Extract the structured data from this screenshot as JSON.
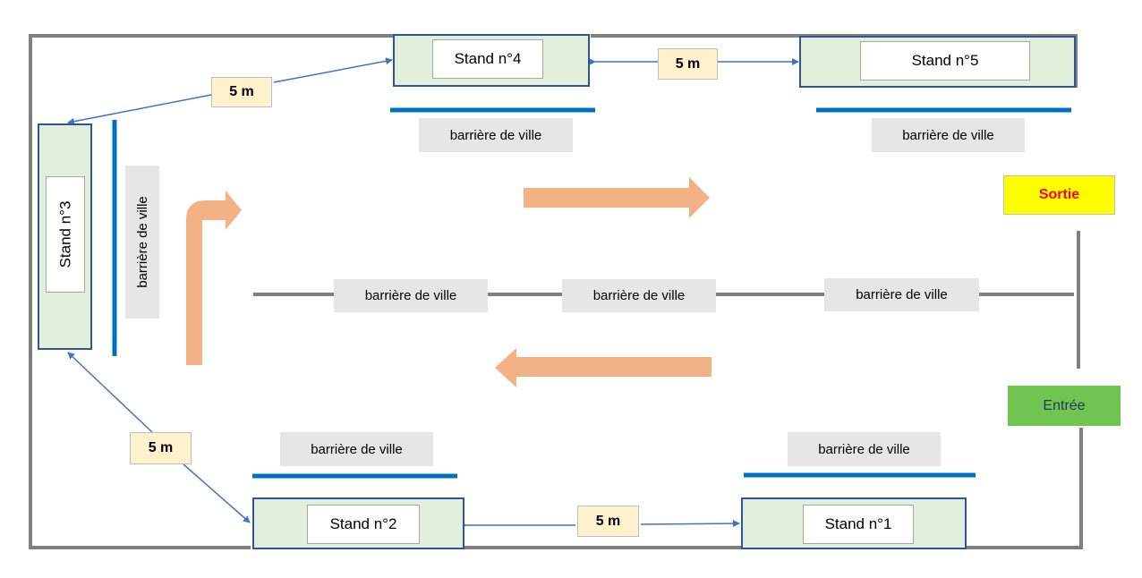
{
  "stands": {
    "stand_1": "Stand n°1",
    "stand_2": "Stand n°2",
    "stand_3": "Stand n°3",
    "stand_4": "Stand n°4",
    "stand_5": "Stand n°5"
  },
  "barriers": {
    "top_left": "barrière de ville",
    "top_right": "barrière de ville",
    "left_vertical": "barrière de ville",
    "middle_left": "barrière de ville",
    "middle_center": "barrière de ville",
    "middle_right": "barrière de ville",
    "bottom_left": "barrière de ville",
    "bottom_right": "barrière de ville"
  },
  "distances": {
    "top_center": "5 m",
    "top_left": "5 m",
    "bottom_left": "5 m",
    "bottom_center": "5 m"
  },
  "exit": "Sortie",
  "entrance": "Entrée",
  "colors": {
    "wall": "#7f7f7f",
    "barrier_line": "#0070c0",
    "stand_fill": "#e2efda",
    "stand_border": "#2f5597",
    "flow_arrow": "#f4b183",
    "measure_arrow": "#4472c4",
    "exit_fill": "#ffff00",
    "exit_text": "#ff0000",
    "entrance_fill": "#70c450",
    "entrance_text": "#1f3864",
    "distance_fill": "#fff2cc",
    "barrier_label_fill": "#e7e6e6"
  }
}
